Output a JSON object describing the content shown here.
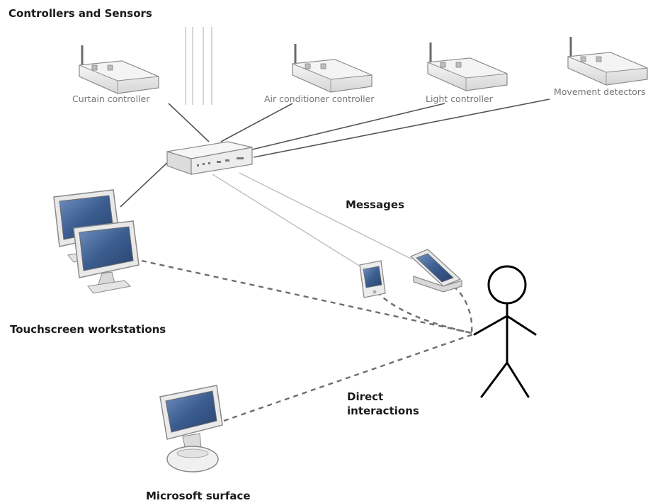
{
  "headings": {
    "controllers": "Controllers and Sensors",
    "messages": "Messages",
    "touchscreen": "Touchscreen workstations",
    "direct": [
      "Direct",
      "interactions"
    ],
    "surface": "Microsoft surface"
  },
  "devices": [
    {
      "id": "curtain",
      "label": "Curtain controller"
    },
    {
      "id": "aircon",
      "label": "Air conditioner controller"
    },
    {
      "id": "light",
      "label": "Light controller"
    },
    {
      "id": "movement",
      "label": "Movement detectors"
    }
  ],
  "colors": {
    "device_body": "#f1f1f1",
    "device_outline": "#8a8a8a",
    "screen_blue": "#3b5d8f",
    "line_dark": "#555555",
    "line_light": "#bbbbbb",
    "dashed": "#6e6e6e"
  }
}
